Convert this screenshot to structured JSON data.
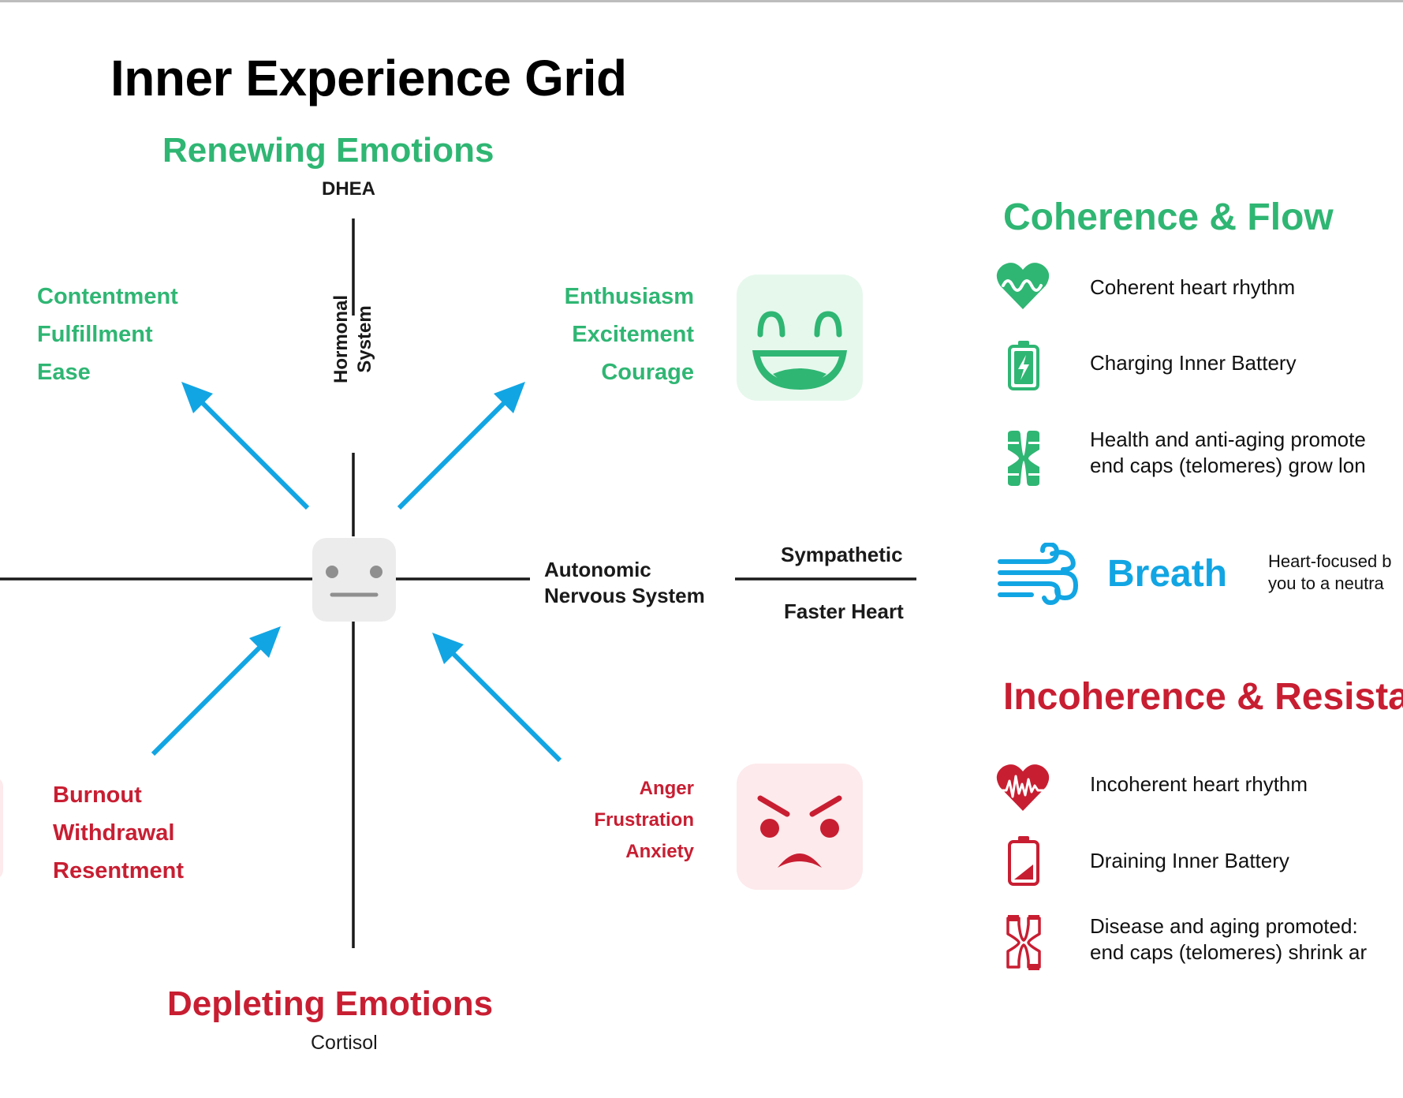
{
  "title": "Inner Experience Grid",
  "grid": {
    "top_heading": "Renewing Emotions",
    "top_hormone": "DHEA",
    "bottom_heading": "Depleting Emotions",
    "bottom_hormone": "Cortisol",
    "vertical_axis_label": [
      "Hormonal",
      "System"
    ],
    "horizontal_axis_label": [
      "Autonomic",
      "Nervous System"
    ],
    "sympathetic": "Sympathetic",
    "faster_heart": "Faster Heart",
    "top_left_emotions": [
      "Contentment",
      "Fulfillment",
      "Ease"
    ],
    "top_right_emotions": [
      "Enthusiasm",
      "Excitement",
      "Courage"
    ],
    "bottom_left_emotions": [
      "Burnout",
      "Withdrawal",
      "Resentment"
    ],
    "bottom_right_emotions": [
      "Anger",
      "Frustration",
      "Anxiety"
    ],
    "faces": [
      "neutral-face-icon",
      "happy-face-icon",
      "angry-face-icon"
    ]
  },
  "coherence": {
    "heading": "Coherence & Flow",
    "items": [
      {
        "icon": "coherent-heart-icon",
        "lines": [
          "Coherent heart rhythm"
        ]
      },
      {
        "icon": "charging-battery-icon",
        "lines": [
          "Charging Inner Battery"
        ]
      },
      {
        "icon": "healthy-chromosome-icon",
        "lines": [
          "Health and anti-aging promote",
          "end caps (telomeres) grow lon"
        ]
      }
    ]
  },
  "breath": {
    "label": "Breath",
    "icon": "wind-icon",
    "lines": [
      "Heart-focused b",
      "you to a neutra"
    ]
  },
  "incoherence": {
    "heading": "Incoherence & Resista",
    "items": [
      {
        "icon": "incoherent-heart-icon",
        "lines": [
          "Incoherent heart rhythm"
        ]
      },
      {
        "icon": "draining-battery-icon",
        "lines": [
          "Draining Inner Battery"
        ]
      },
      {
        "icon": "damaged-chromosome-icon",
        "lines": [
          "Disease and aging promoted:",
          "end caps (telomeres) shrink ar"
        ]
      }
    ]
  },
  "colors": {
    "green": "#2fb673",
    "red": "#c81e32",
    "blue": "#12a5e3",
    "happy_bg": "#e6f8ec",
    "angry_bg": "#fdeaec",
    "neutral_bg": "#ececec"
  }
}
